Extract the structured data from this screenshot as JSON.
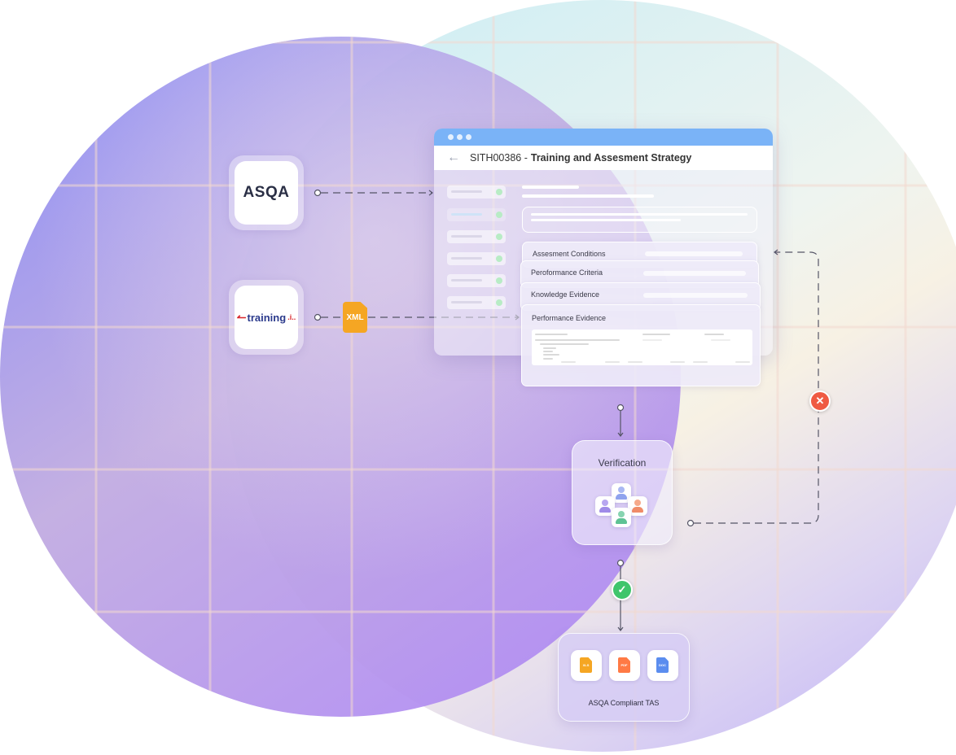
{
  "sources": {
    "asqa": {
      "logo_text": "ASQA"
    },
    "training": {
      "logo_text": "training",
      "logo_suffix": ".i.."
    }
  },
  "xml_badge": {
    "label": "XML"
  },
  "tas_window": {
    "course_code": "SITH00386 -",
    "title": "Training and Assesment Strategy",
    "sections": [
      {
        "label": "Assesment Conditions"
      },
      {
        "label": "Peroformance Criteria"
      },
      {
        "label": "Knowledge Evidence"
      },
      {
        "label": "Performance Evidence"
      }
    ]
  },
  "verification": {
    "title": "Verification"
  },
  "output": {
    "title": "ASQA Compliant TAS",
    "files": [
      {
        "type": "XLS",
        "color": "#f5a623"
      },
      {
        "type": "PDF",
        "color": "#ff7a45"
      },
      {
        "type": "DOC",
        "color": "#5b8def"
      }
    ]
  },
  "colors": {
    "reject": "#ef5a43",
    "approve": "#3fc56b",
    "window_bar": "#7ab3f7",
    "xml": "#f5a623"
  }
}
